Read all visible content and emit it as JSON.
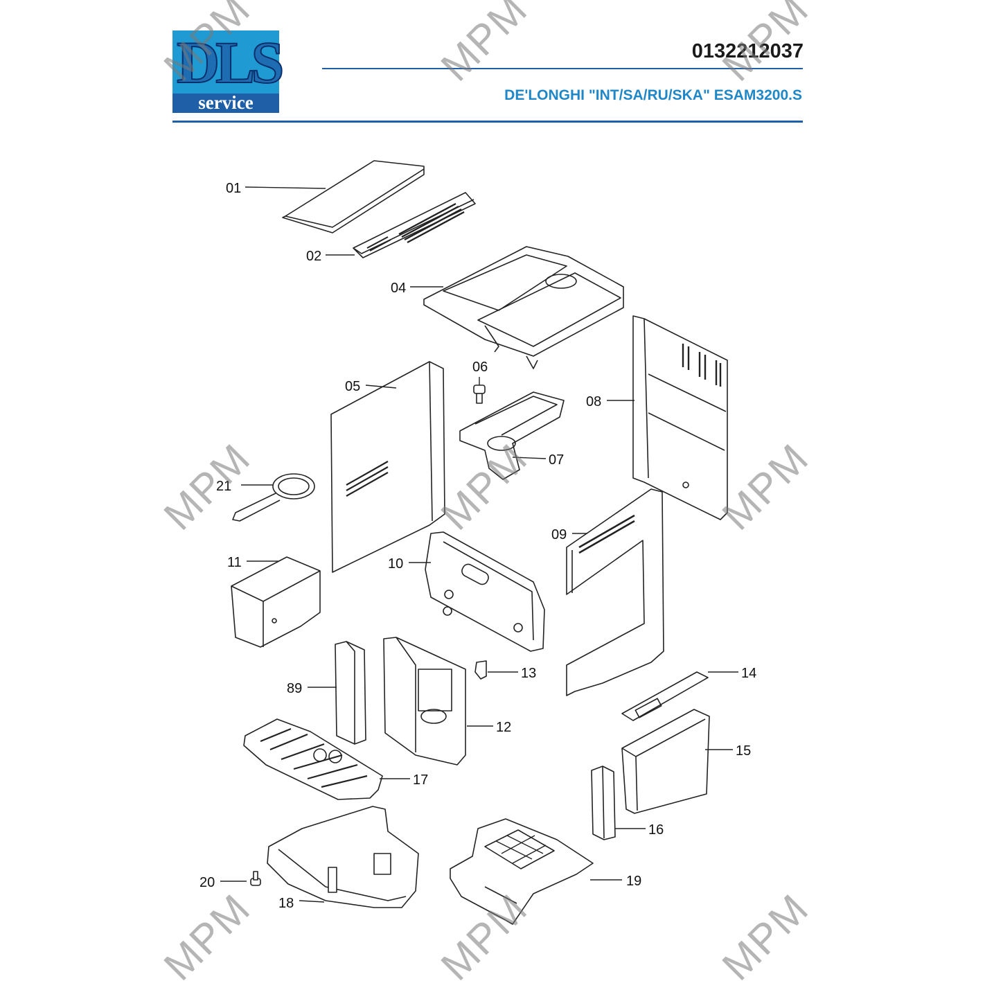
{
  "header": {
    "logo_text": "DLS",
    "logo_subtext": "service",
    "document_code": "0132212037",
    "model_title": "DE'LONGHI \"INT/SA/RU/SKA\" ESAM3200.S"
  },
  "watermark": "MPM",
  "colors": {
    "brand_blue": "#1f5fa8",
    "logo_cyan": "#1f9ad3",
    "title_blue": "#1f87c7",
    "line": "#222222"
  },
  "parts": [
    {
      "id": "01"
    },
    {
      "id": "02"
    },
    {
      "id": "04"
    },
    {
      "id": "05"
    },
    {
      "id": "06"
    },
    {
      "id": "07"
    },
    {
      "id": "08"
    },
    {
      "id": "09"
    },
    {
      "id": "10"
    },
    {
      "id": "11"
    },
    {
      "id": "12"
    },
    {
      "id": "13"
    },
    {
      "id": "14"
    },
    {
      "id": "15"
    },
    {
      "id": "16"
    },
    {
      "id": "17"
    },
    {
      "id": "18"
    },
    {
      "id": "19"
    },
    {
      "id": "20"
    },
    {
      "id": "21"
    },
    {
      "id": "89"
    }
  ]
}
